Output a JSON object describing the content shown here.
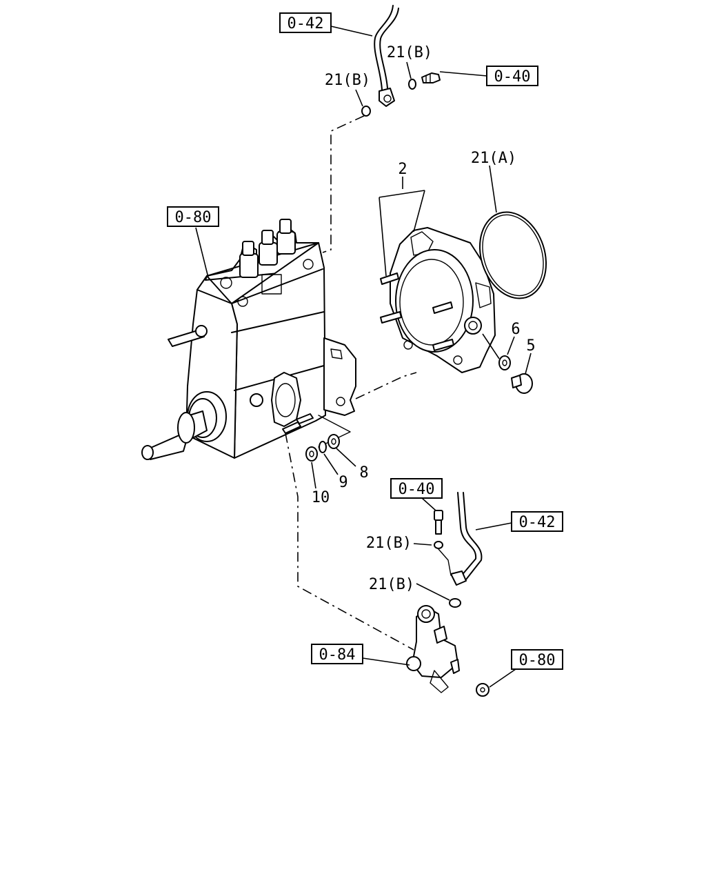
{
  "refs": {
    "r042_top": "0-42",
    "r040_top": "0-40",
    "r080_left": "0-80",
    "r040_mid": "0-40",
    "r042_mid": "0-42",
    "r084": "0-84",
    "r080_bottom": "0-80"
  },
  "labels": {
    "b1": "21(B)",
    "b2": "21(B)",
    "a": "21(A)",
    "n2": "2",
    "n6": "6",
    "n5": "5",
    "n8": "8",
    "n9": "9",
    "n10": "10",
    "b3": "21(B)",
    "b4": "21(B)"
  }
}
